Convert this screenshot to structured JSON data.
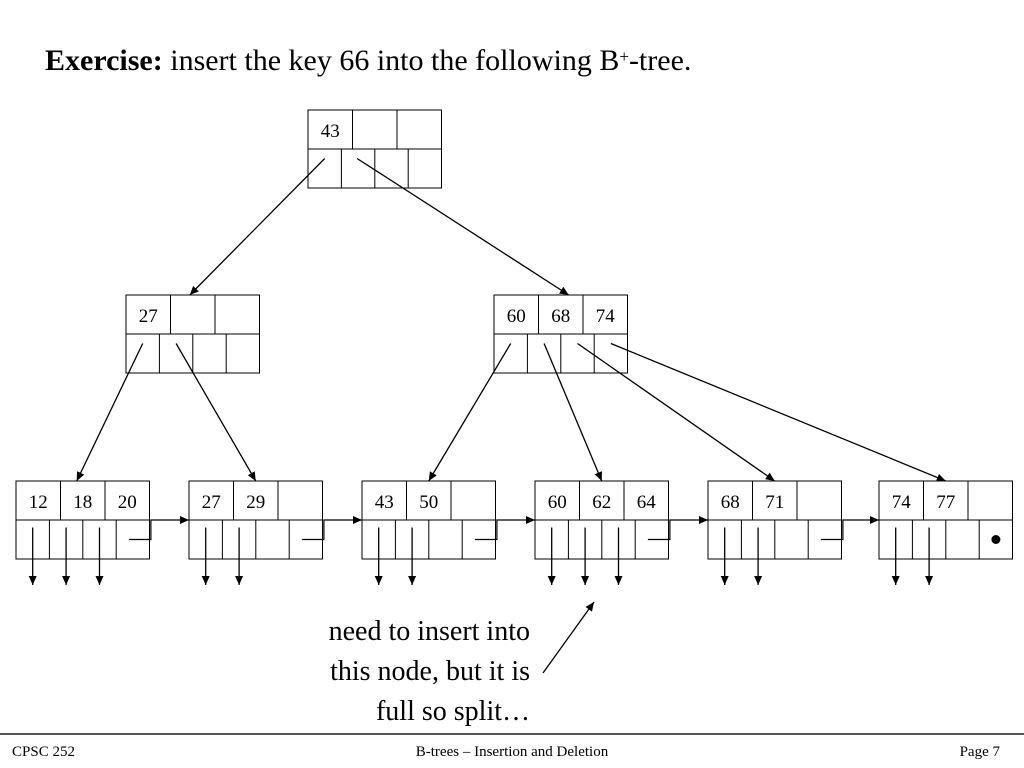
{
  "title": {
    "bold": "Exercise:",
    "text": " insert the key 66 into the following B",
    "sup": "+",
    "tail": "-tree."
  },
  "tree": {
    "root": {
      "keys": [
        "43",
        "",
        ""
      ]
    },
    "internal": [
      {
        "keys": [
          "27",
          "",
          ""
        ]
      },
      {
        "keys": [
          "60",
          "68",
          "74"
        ]
      }
    ],
    "leaves": [
      {
        "keys": [
          "12",
          "18",
          "20"
        ],
        "down_pointers": 3,
        "null_end": false
      },
      {
        "keys": [
          "27",
          "29",
          ""
        ],
        "down_pointers": 2,
        "null_end": false
      },
      {
        "keys": [
          "43",
          "50",
          ""
        ],
        "down_pointers": 2,
        "null_end": false
      },
      {
        "keys": [
          "60",
          "62",
          "64"
        ],
        "down_pointers": 3,
        "null_end": false
      },
      {
        "keys": [
          "68",
          "71",
          ""
        ],
        "down_pointers": 2,
        "null_end": false
      },
      {
        "keys": [
          "74",
          "77",
          ""
        ],
        "down_pointers": 2,
        "null_end": true
      }
    ]
  },
  "note": {
    "lines": [
      "need to insert into",
      "this node, but it is",
      "full so split…"
    ]
  },
  "footer": {
    "left": "CPSC 252",
    "center": "B-trees – Insertion and Deletion",
    "right": "Page 7"
  },
  "colors": {
    "line": "#000000",
    "background": "#ffffff"
  }
}
